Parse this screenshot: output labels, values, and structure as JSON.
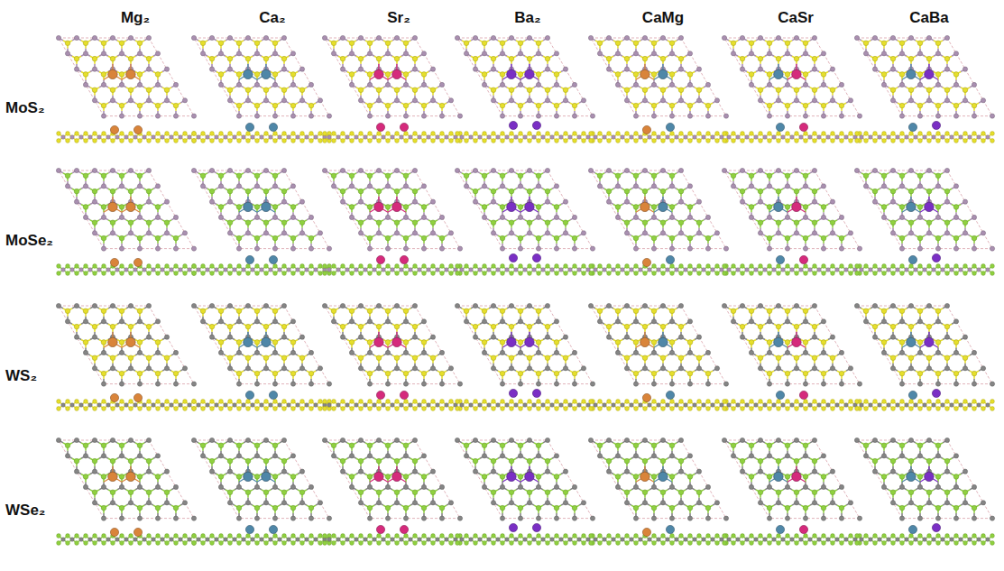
{
  "diagram": {
    "labels": [
      "Mg₂",
      "Ca₂",
      "Sr₂",
      "Ba₂",
      "CaMg",
      "CaSr",
      "CaBa",
      "MoS₂",
      "MoSe₂",
      "WS₂",
      "WSe₂"
    ]
  }
}
